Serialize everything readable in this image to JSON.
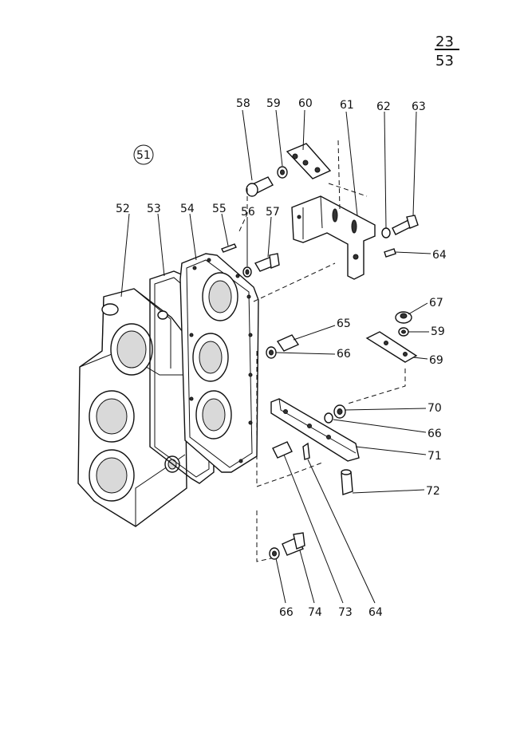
{
  "page_ref": {
    "numerator": "23",
    "denominator": "53"
  },
  "group_label": "51",
  "callouts": {
    "c52": "52",
    "c53": "53",
    "c54": "54",
    "c55": "55",
    "c56": "56",
    "c57": "57",
    "c58": "58",
    "c59a": "59",
    "c60": "60",
    "c61": "61",
    "c62": "62",
    "c63": "63",
    "c64a": "64",
    "c65": "65",
    "c66a": "66",
    "c67": "67",
    "c59b": "59",
    "c69": "69",
    "c70": "70",
    "c66b": "66",
    "c71": "71",
    "c72": "72",
    "c66c": "66",
    "c74": "74",
    "c73": "73",
    "c64b": "64"
  }
}
